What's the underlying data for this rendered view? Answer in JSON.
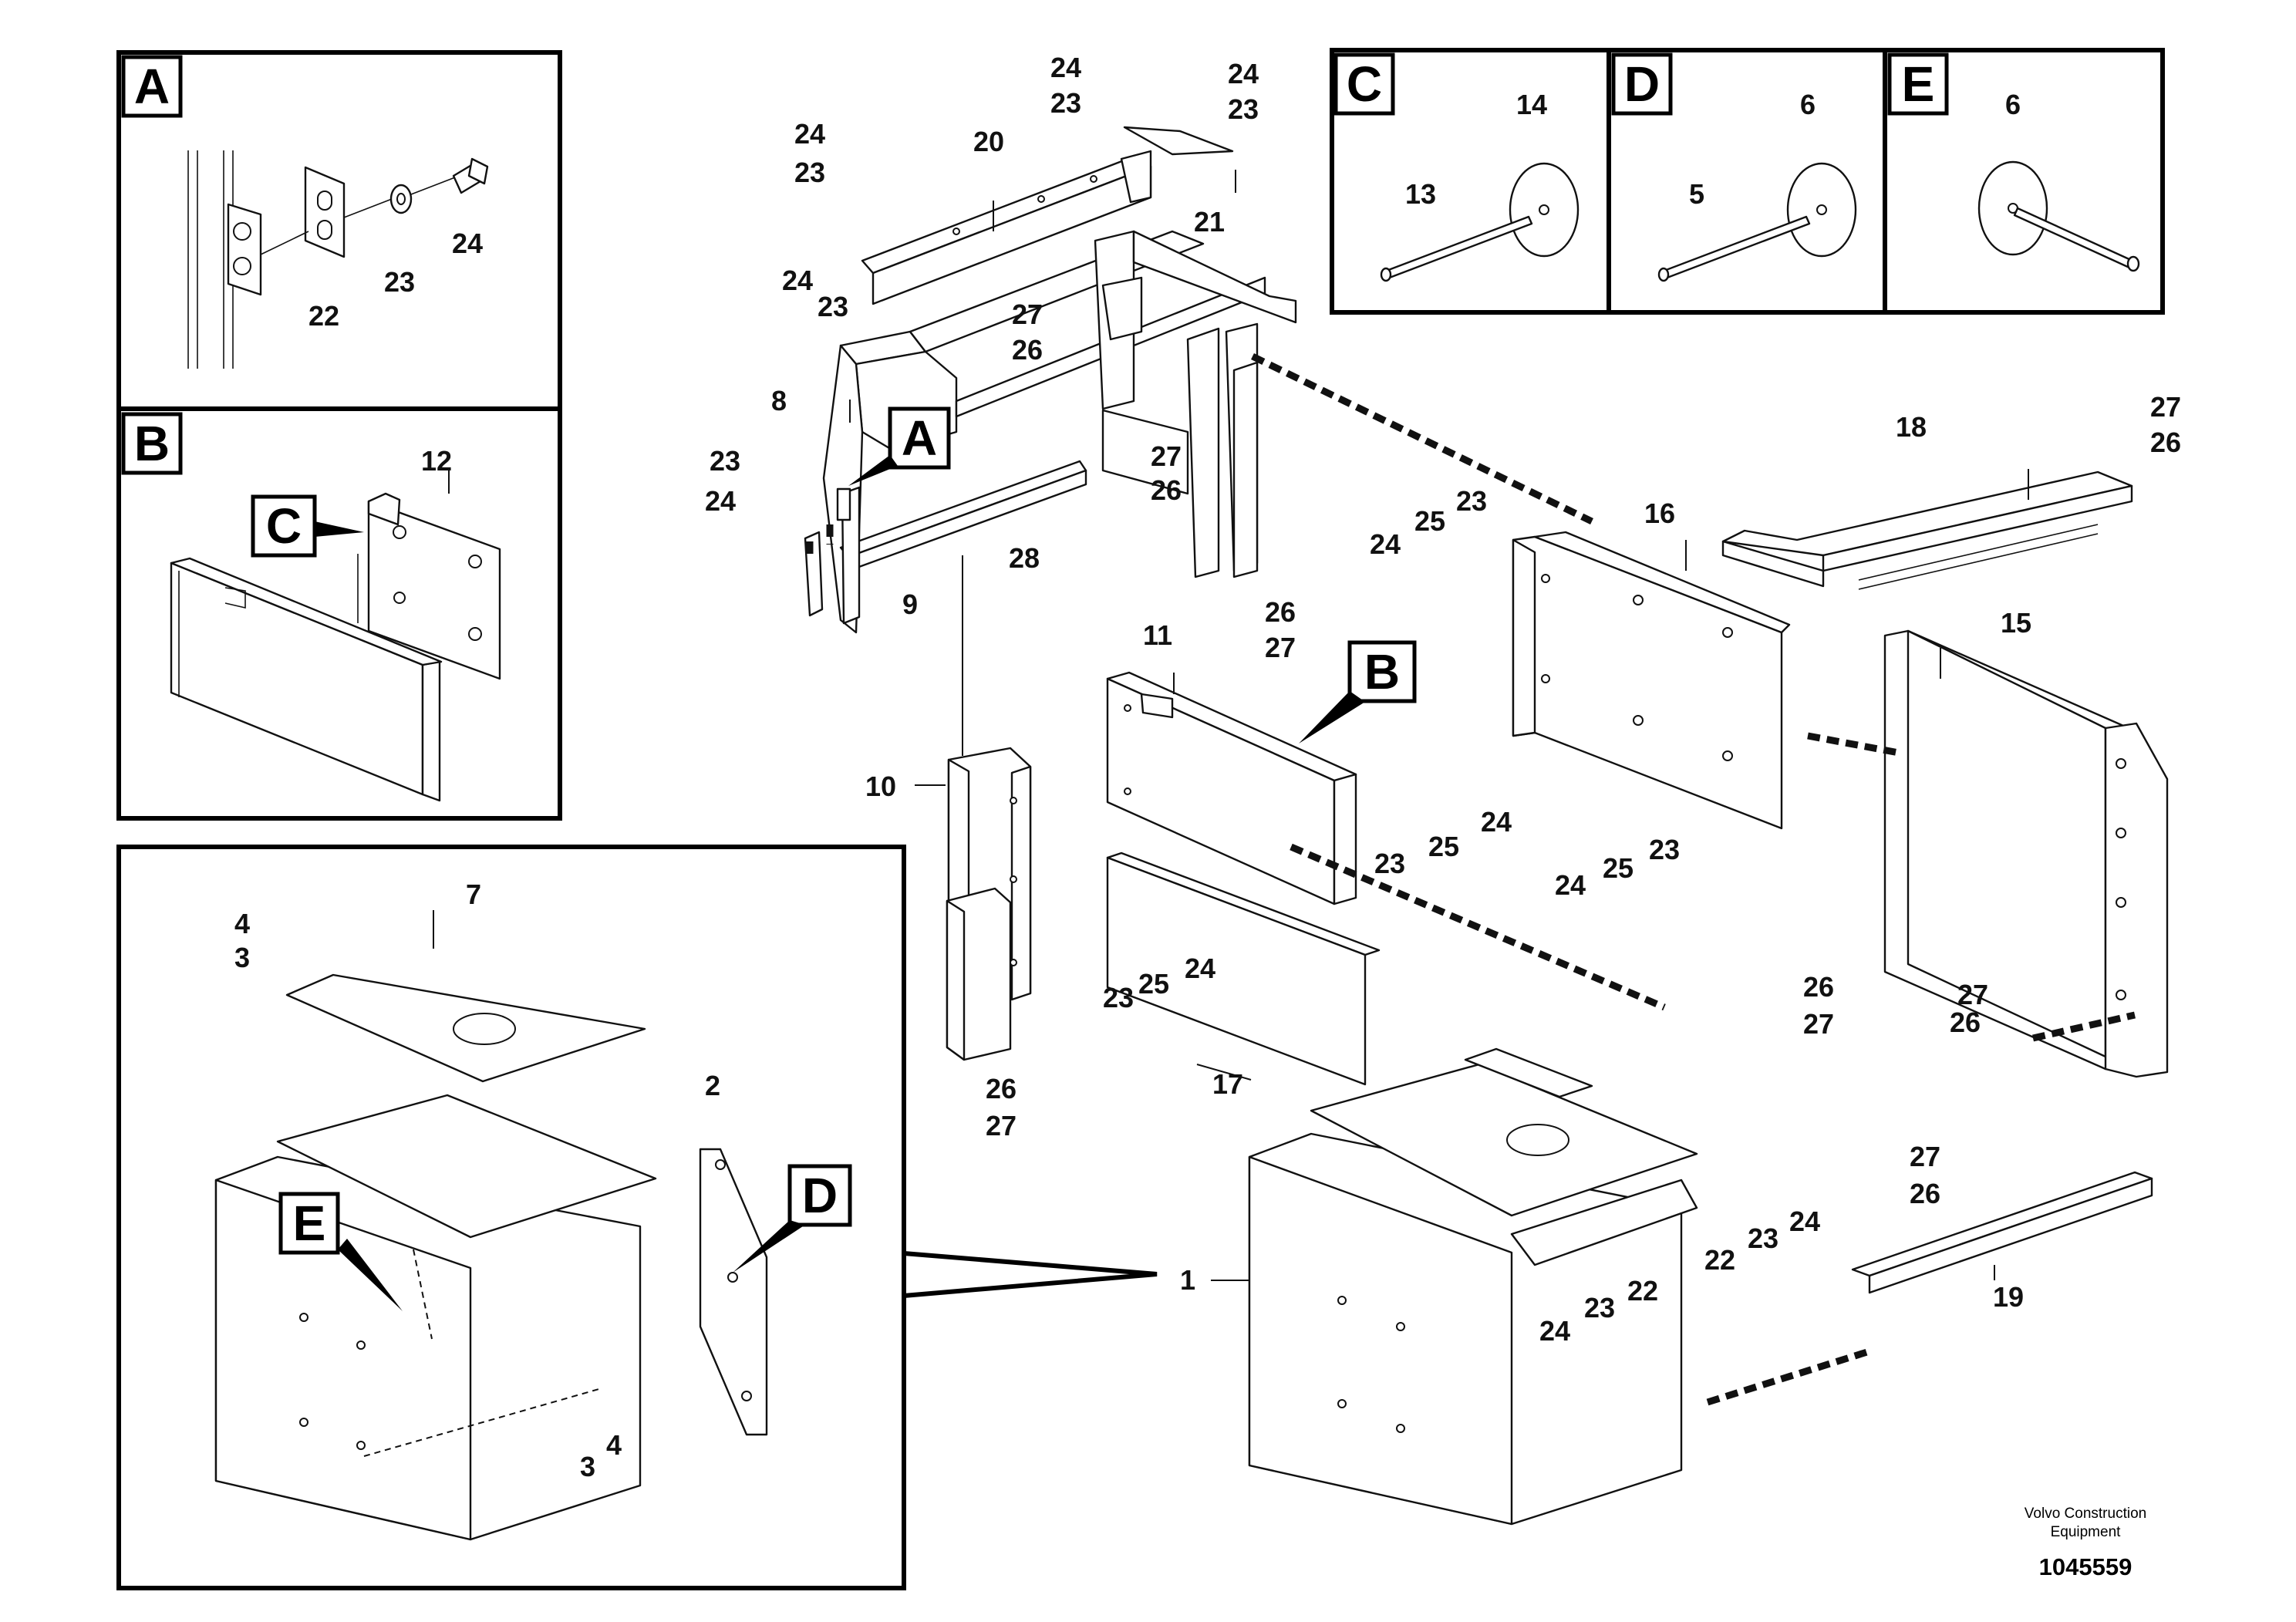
{
  "detail_callouts": {
    "A": "A",
    "B": "B",
    "C": "C",
    "D": "D",
    "E": "E"
  },
  "numbers": {
    "n1": "1",
    "n2": "2",
    "n3": "3",
    "n4": "4",
    "n5": "5",
    "n6": "6",
    "n7": "7",
    "n8": "8",
    "n9": "9",
    "n10": "10",
    "n11": "11",
    "n12": "12",
    "n13": "13",
    "n14": "14",
    "n15": "15",
    "n16": "16",
    "n17": "17",
    "n18": "18",
    "n19": "19",
    "n20": "20",
    "n21": "21",
    "n22": "22",
    "n23": "23",
    "n24": "24",
    "n25": "25",
    "n26": "26",
    "n27": "27",
    "n28": "28"
  },
  "footer": {
    "brand_line1": "Volvo Construction",
    "brand_line2": "Equipment",
    "doc_number": "1045559"
  }
}
